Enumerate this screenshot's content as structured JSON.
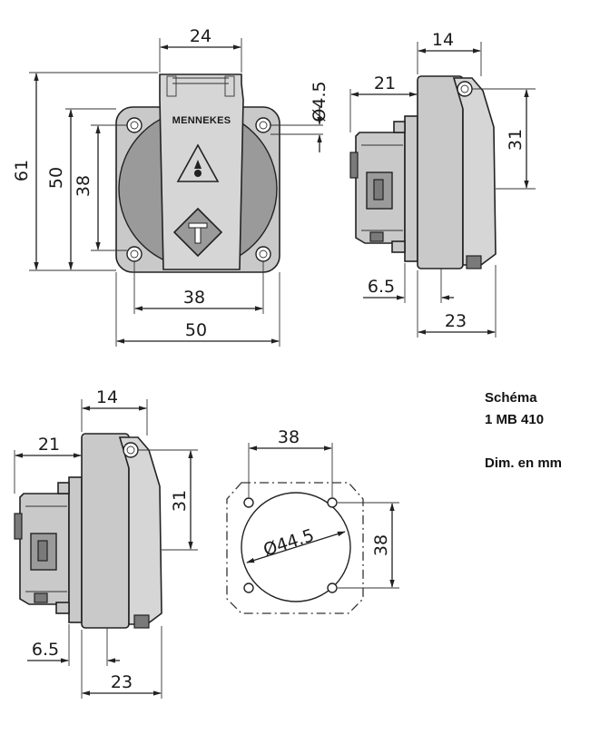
{
  "front_view": {
    "brand": "MENNEKES",
    "dim_width_top": "24",
    "dim_hole": "Ø4.5",
    "dim_height_outer": "61",
    "dim_height_plate": "50",
    "dim_height_holes": "38",
    "dim_width_holes": "38",
    "dim_width_plate": "50"
  },
  "side_view_top": {
    "dim_lid": "14",
    "dim_rear": "21",
    "dim_height": "31",
    "dim_flange": "6.5",
    "dim_depth": "23"
  },
  "side_view_bottom": {
    "dim_lid": "14",
    "dim_rear": "21",
    "dim_height": "31",
    "dim_flange": "6.5",
    "dim_depth": "23"
  },
  "cutout_view": {
    "dim_width": "38",
    "dim_height": "38",
    "dim_diameter": "Ø44.5"
  },
  "caption": {
    "line1": "Schéma",
    "line2": "1 MB 410",
    "line3": "Dim. en mm"
  }
}
